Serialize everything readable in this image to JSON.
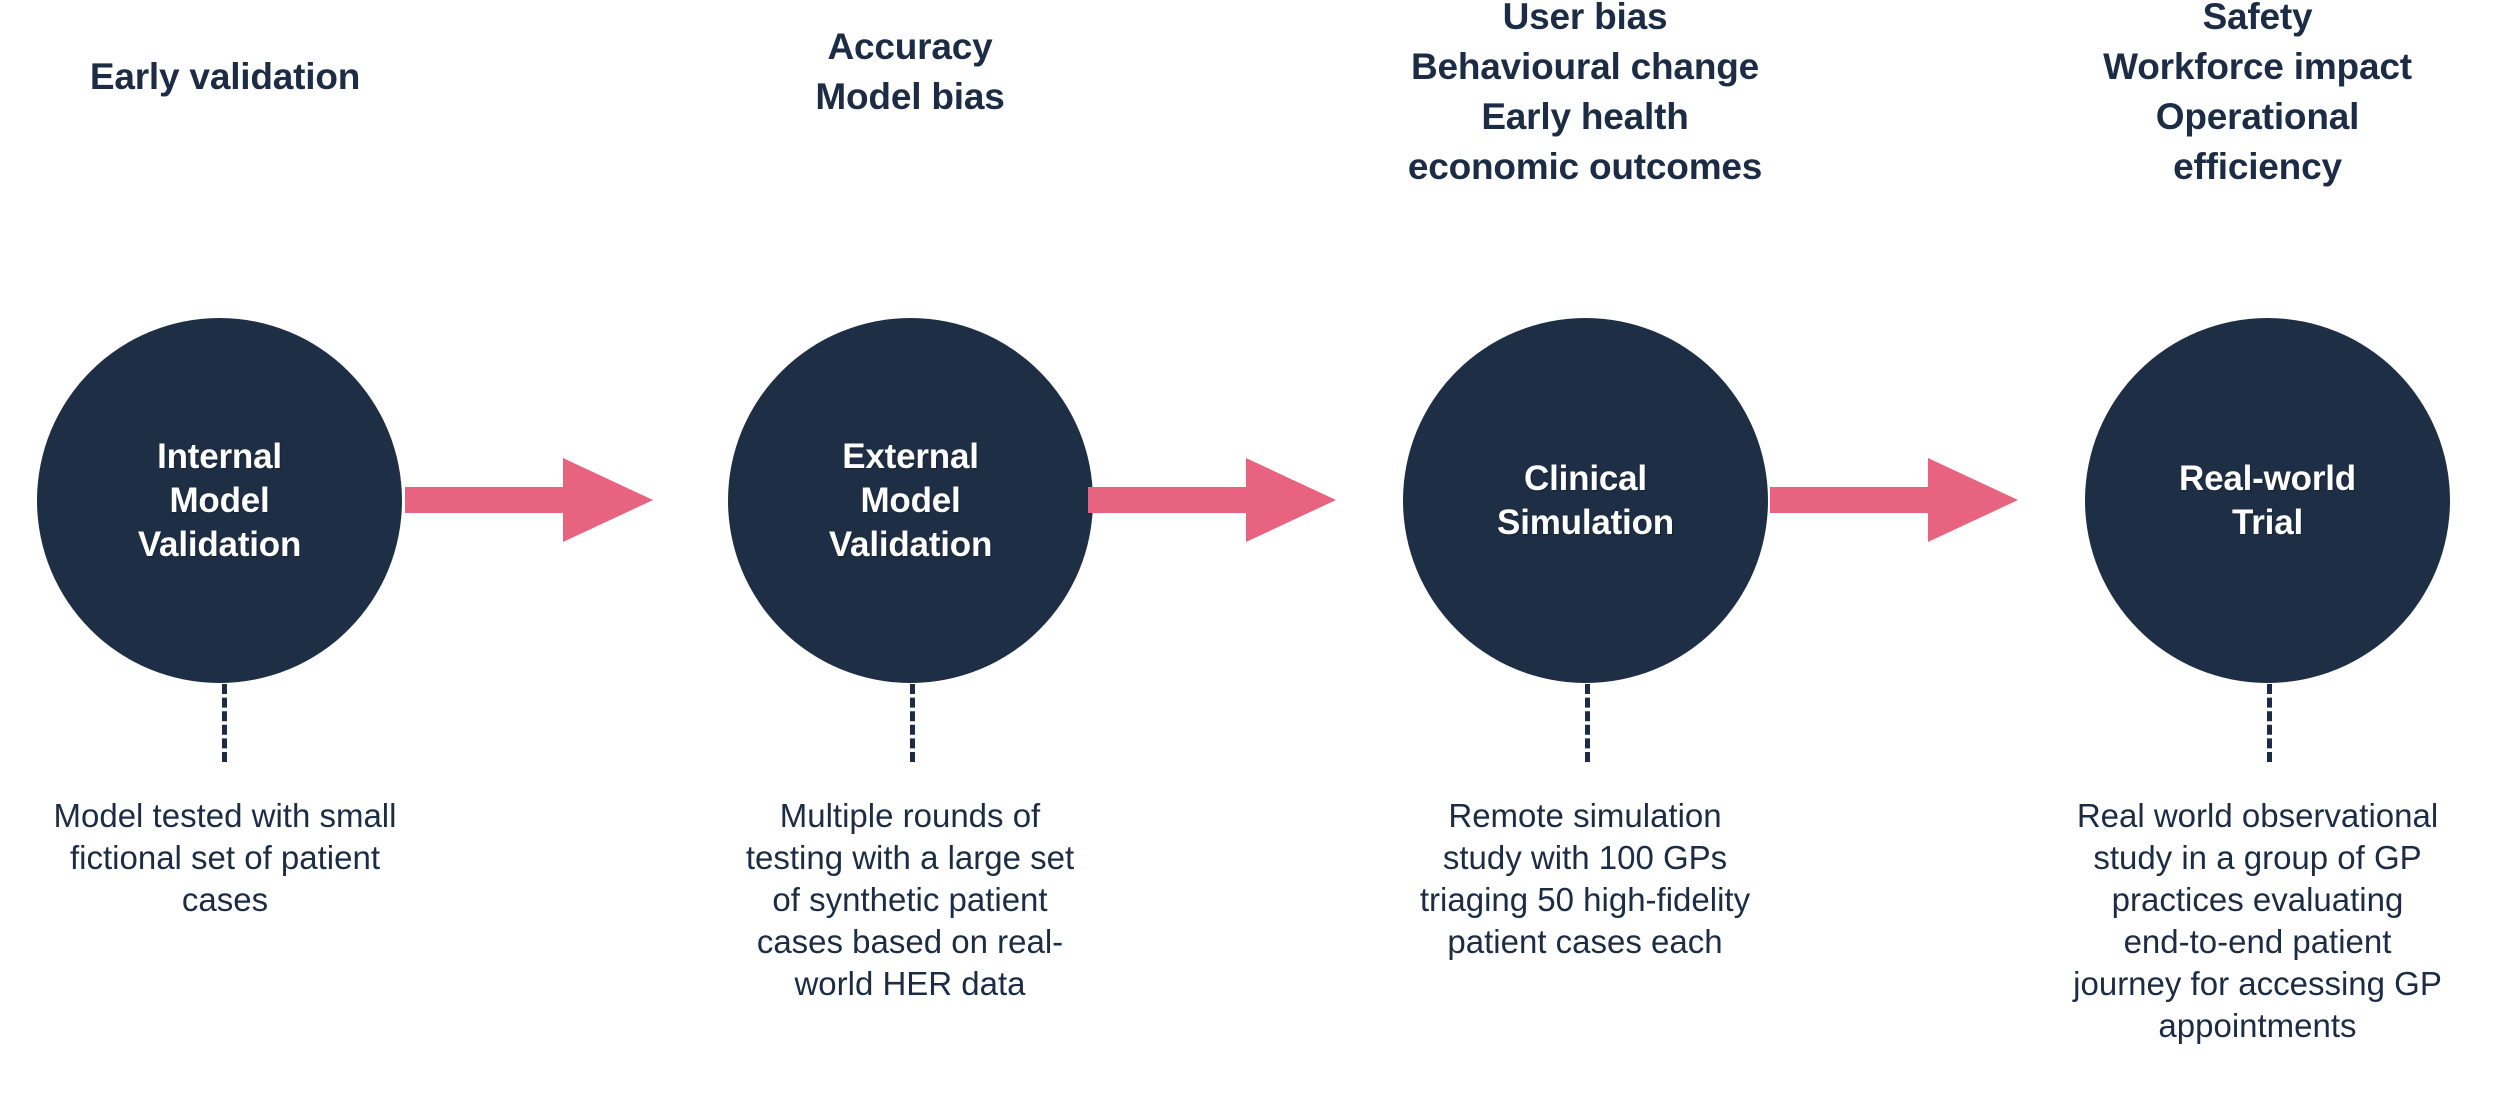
{
  "colors": {
    "navy": "#1E2E45",
    "text_navy": "#1C2C44",
    "pink": "#E8637F",
    "white": "#FFFFFF",
    "background": "#FFFFFF"
  },
  "diagram": {
    "type": "flow-process",
    "arrow_count": 3,
    "stages": [
      {
        "id": "internal-model-validation",
        "criteria": [
          "Early validation"
        ],
        "circle_label": [
          "Internal",
          "Model",
          "Validation"
        ],
        "description": [
          "Model tested with small",
          "fictional set of patient",
          "cases"
        ]
      },
      {
        "id": "external-model-validation",
        "criteria": [
          "Accuracy",
          "Model bias"
        ],
        "circle_label": [
          "External",
          "Model",
          "Validation"
        ],
        "description": [
          "Multiple rounds of",
          "testing with a large set",
          "of synthetic patient",
          "cases based on real-",
          "world HER data"
        ]
      },
      {
        "id": "clinical-simulation",
        "criteria": [
          "User bias",
          "Behavioural change",
          "Early health",
          "economic outcomes"
        ],
        "circle_label": [
          "Clinical",
          "Simulation"
        ],
        "description": [
          "Remote simulation",
          "study with 100 GPs",
          "triaging 50 high-fidelity",
          "patient cases each"
        ]
      },
      {
        "id": "real-world-trial",
        "criteria": [
          "Safety",
          "Workforce impact",
          "Operational",
          "efficiency"
        ],
        "circle_label": [
          "Real-world",
          "Trial"
        ],
        "description": [
          "Real world observational",
          "study in a group of GP",
          "practices evaluating",
          "end-to-end patient",
          "journey for accessing GP",
          "appointments"
        ]
      }
    ]
  }
}
